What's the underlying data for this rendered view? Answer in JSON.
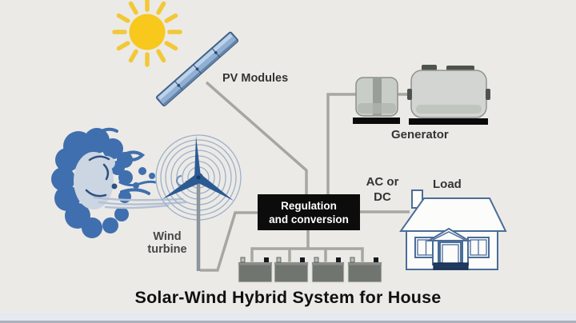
{
  "title": "Solar-Wind Hybrid System for House",
  "labels": {
    "pv_modules": "PV Modules",
    "generator": "Generator",
    "wind_line1": "Wind",
    "wind_line2": "turbine",
    "regulation_line1": "Regulation",
    "regulation_line2": "and conversion",
    "ac_dc_line1": "AC or",
    "ac_dc_line2": "DC",
    "load": "Load"
  },
  "colors": {
    "background": "#ECEAE6",
    "sun_yellow": "#F8C81C",
    "cloud_blue": "#3F6FAE",
    "panel_blue": "#8FB0D4",
    "wire_gray": "#A7A7A2",
    "regulation_box_bg": "#0C0C0C",
    "regulation_box_text": "#FFFFFF",
    "battery_gray": "#70756F",
    "generator_gray": "#D2D5D1",
    "house_outline": "#4A6D99",
    "title_text": "#101010"
  }
}
